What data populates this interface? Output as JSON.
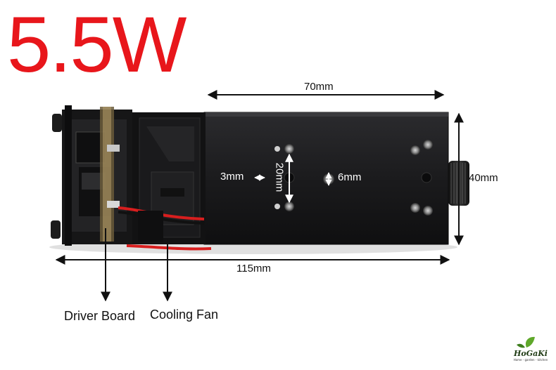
{
  "headline": "5.5W",
  "dimensions": {
    "top_width": "70mm",
    "total_length": "115mm",
    "height": "40mm",
    "hole_spacing": "20mm",
    "small_hole": "3mm",
    "lens_hole": "6mm"
  },
  "callouts": {
    "driver_board": "Driver Board",
    "cooling_fan": "Cooling Fan"
  },
  "logo": {
    "name": "HoGaKi",
    "tagline": "Home - garden - kitchen"
  },
  "colors": {
    "headline": "#e8161b",
    "module_body": "#1c1c1e",
    "wire_red": "#d81e1e"
  }
}
